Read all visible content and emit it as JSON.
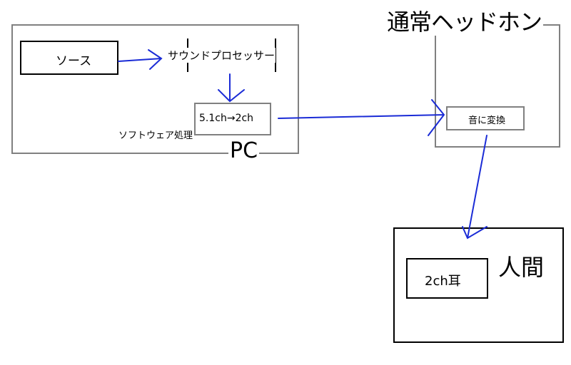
{
  "pc": {
    "label": "PC"
  },
  "source": {
    "label": "ソース"
  },
  "sound_processor": {
    "label": "サウンドプロセッサー"
  },
  "conversion": {
    "label": "5.1ch→2ch"
  },
  "software_processing": {
    "label": "ソフトウェア処理"
  },
  "headphone": {
    "label": "通常ヘッドホン"
  },
  "sound_convert": {
    "label": "音に変換"
  },
  "human": {
    "label": "人間"
  },
  "ear": {
    "label": "2ch耳"
  },
  "colors": {
    "arrow": "#1a2bd6",
    "frame_gray": "#808080",
    "frame_black": "#000000"
  }
}
